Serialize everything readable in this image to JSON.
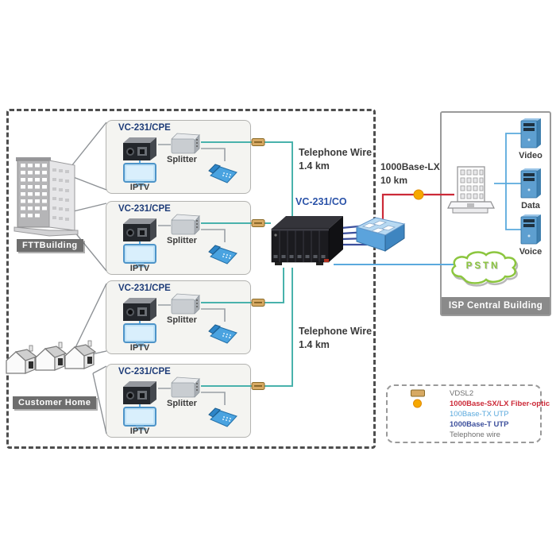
{
  "customer_area": {
    "ftt_building_label": "FTTBuilding",
    "customer_home_label": "Customer Home"
  },
  "cpe_units": [
    {
      "title": "VC-231/CPE",
      "splitter_label": "Splitter",
      "iptv_label": "IPTV"
    },
    {
      "title": "VC-231/CPE",
      "splitter_label": "Splitter",
      "iptv_label": "IPTV"
    },
    {
      "title": "VC-231/CPE",
      "splitter_label": "Splitter",
      "iptv_label": "IPTV"
    },
    {
      "title": "VC-231/CPE",
      "splitter_label": "Splitter",
      "iptv_label": "IPTV"
    }
  ],
  "notes": {
    "telephone_top": {
      "line1": "Telephone Wire",
      "line2": "1.4 km"
    },
    "telephone_bottom": {
      "line1": "Telephone Wire",
      "line2": "1.4 km"
    },
    "fiber": {
      "line1": "1000Base-LX",
      "line2": "10 km"
    }
  },
  "central_office": {
    "title": "VC-231/CO"
  },
  "isp": {
    "building_label": "ISP Central Building",
    "servers": [
      {
        "label": "Video"
      },
      {
        "label": "Data"
      },
      {
        "label": "Voice"
      }
    ],
    "pstn_label": "PSTN"
  },
  "legend": {
    "items": [
      {
        "label": "VDSL2"
      },
      {
        "label": "1000Base-SX/LX Fiber-optic"
      },
      {
        "label": "100Base-TX UTP"
      },
      {
        "label": "1000Base-T UTP"
      },
      {
        "label": "Telephone wire"
      }
    ]
  },
  "colors": {
    "vdsl2": "#49b2ac",
    "fiber": "#cc2a38",
    "fiber_node": "#f6a800",
    "utp100": "#5aa9dd",
    "utp1000": "#3c4f9c",
    "telephone": "#9aa0a6",
    "callout": "#8e9296",
    "badge_bg": "#d7a963",
    "badge_border": "#8a6b28",
    "cpe_title": "#1e3c78",
    "co_title": "#2a52a8",
    "pstn_green": "#8cc63f",
    "tag_bg": "#6e6e6e",
    "note_text": "#3a3a3a",
    "legend_gray": "#707070"
  }
}
